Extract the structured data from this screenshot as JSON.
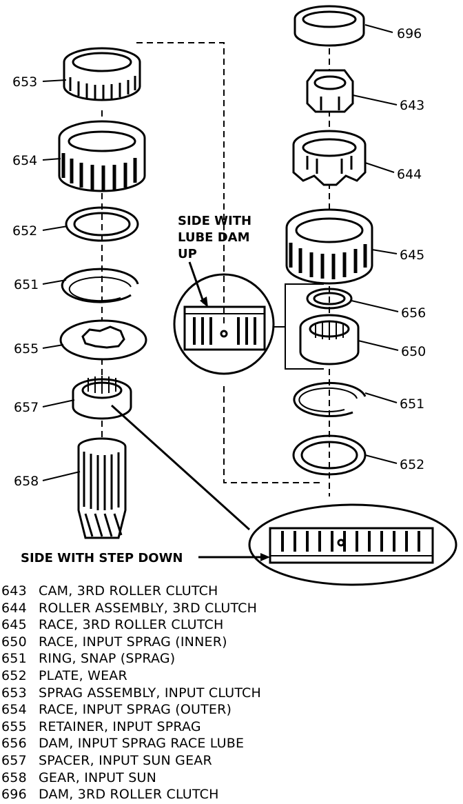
{
  "callouts": {
    "c696": "696",
    "c653": "653",
    "c643": "643",
    "c654": "654",
    "c644": "644",
    "c652_left": "652",
    "c645": "645",
    "c651_left": "651",
    "c656": "656",
    "c655": "655",
    "c650": "650",
    "c657": "657",
    "c651_right": "651",
    "c652_right": "652",
    "c658": "658"
  },
  "notes": {
    "lube_dam_line1": "SIDE WITH",
    "lube_dam_line2": "LUBE DAM",
    "lube_dam_line3": "UP",
    "step_down": "SIDE WITH STEP DOWN"
  },
  "legend": [
    {
      "num": "643",
      "desc": "CAM, 3RD ROLLER CLUTCH"
    },
    {
      "num": "644",
      "desc": "ROLLER ASSEMBLY, 3RD CLUTCH"
    },
    {
      "num": "645",
      "desc": "RACE, 3RD ROLLER CLUTCH"
    },
    {
      "num": "650",
      "desc": "RACE, INPUT SPRAG (INNER)"
    },
    {
      "num": "651",
      "desc": "RING, SNAP (SPRAG)"
    },
    {
      "num": "652",
      "desc": "PLATE, WEAR"
    },
    {
      "num": "653",
      "desc": "SPRAG ASSEMBLY, INPUT CLUTCH"
    },
    {
      "num": "654",
      "desc": "RACE, INPUT SPRAG (OUTER)"
    },
    {
      "num": "655",
      "desc": "RETAINER, INPUT SPRAG"
    },
    {
      "num": "656",
      "desc": "DAM, INPUT SPRAG RACE LUBE"
    },
    {
      "num": "657",
      "desc": "SPACER, INPUT SUN GEAR"
    },
    {
      "num": "658",
      "desc": "GEAR, INPUT SUN"
    },
    {
      "num": "696",
      "desc": "DAM, 3RD ROLLER CLUTCH"
    }
  ]
}
